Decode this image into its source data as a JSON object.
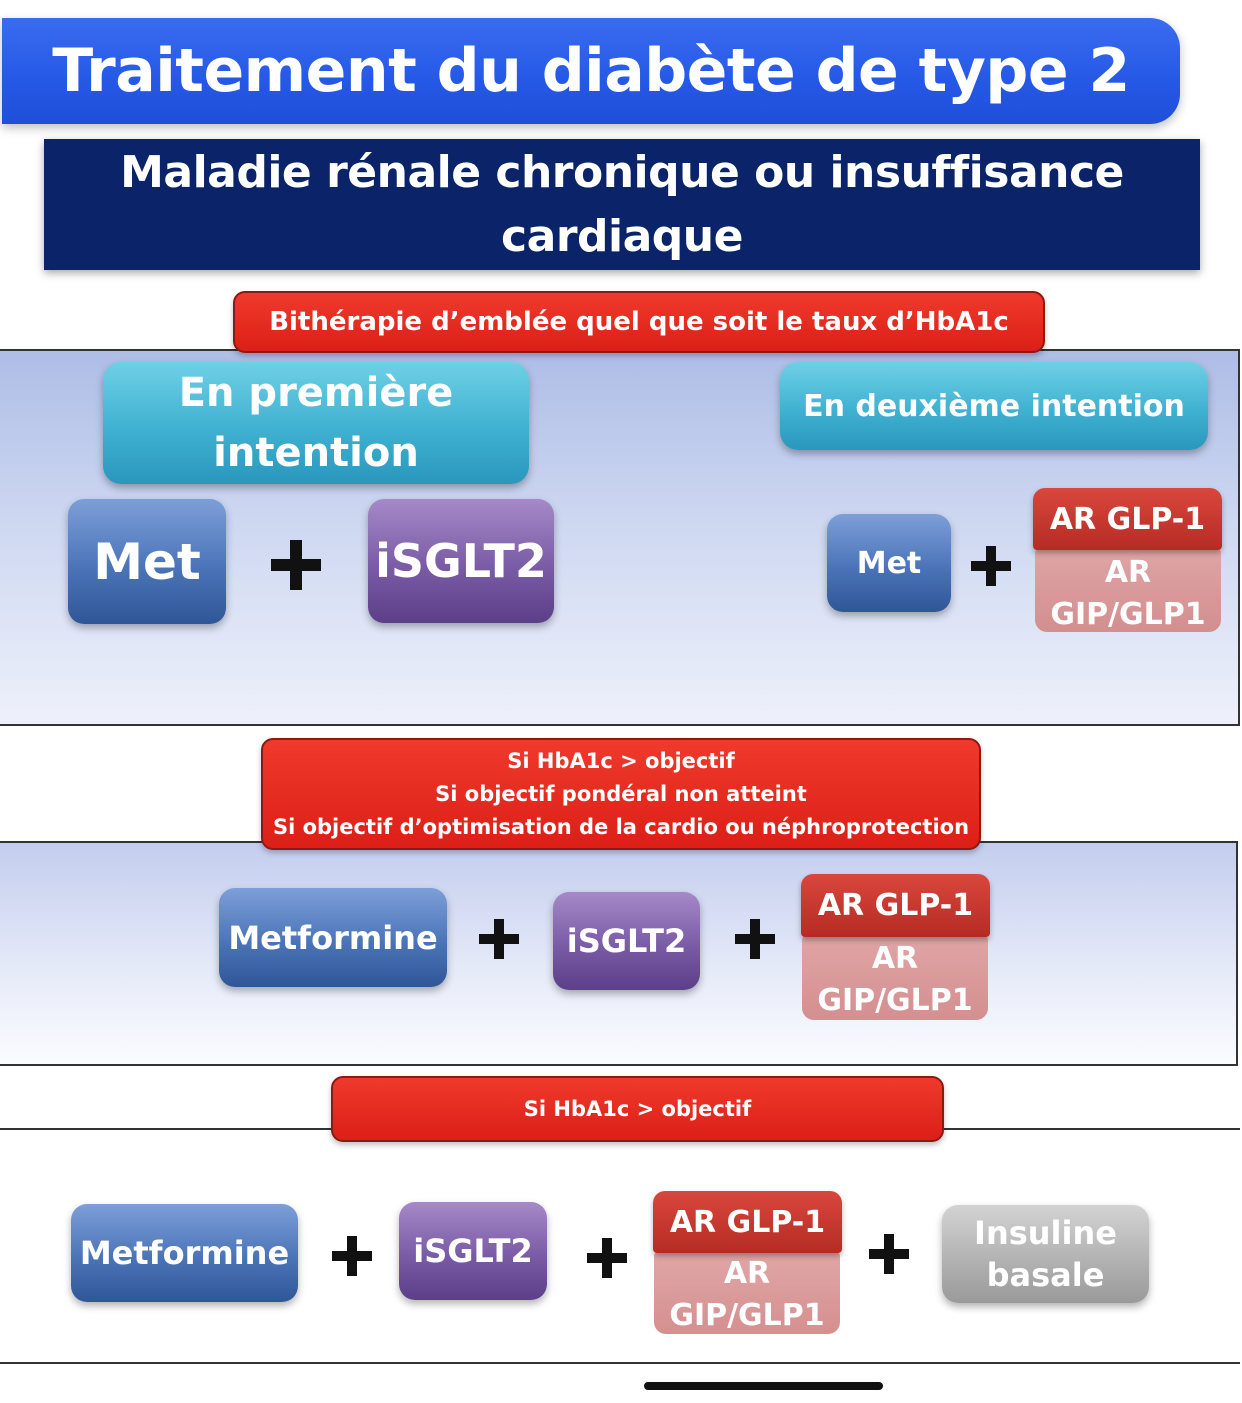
{
  "title": "Traitement du diabète de type 2",
  "subtitle": "Maladie rénale chronique ou insuffisance cardiaque",
  "section1": {
    "condition": "Bithérapie d’emblée quel que soit le taux d’HbA1c",
    "first_line": {
      "label": "En première intention",
      "drug1": "Met",
      "drug2": "iSGLT2"
    },
    "second_line": {
      "label": "En deuxième intention",
      "drug1": "Met",
      "option_top": "AR GLP-1",
      "option_bottom_line1": "AR",
      "option_bottom_line2": "GIP/GLP1"
    }
  },
  "section2": {
    "condition_lines": [
      "Si HbA1c > objectif",
      "Si objectif pondéral non atteint",
      "Si objectif d’optimisation de la  cardio ou néphroprotection"
    ],
    "drug1": "Metformine",
    "drug2": "iSGLT2",
    "option_top": "AR GLP-1",
    "option_bottom_line1": "AR",
    "option_bottom_line2": "GIP/GLP1"
  },
  "section3": {
    "condition": "Si HbA1c > objectif",
    "drug1": "Metformine",
    "drug2": "iSGLT2",
    "option_top": "AR GLP-1",
    "option_bottom_line1": "AR",
    "option_bottom_line2": "GIP/GLP1",
    "drug4_line1": "Insuline",
    "drug4_line2": "basale"
  },
  "plus_symbol": "+",
  "colors": {
    "title_blue": "#2558e6",
    "subtitle_navy": "#0b2469",
    "banner_red": "#dc1f17",
    "teal": "#3fb1d1",
    "metformin_blue": "#4b74b8",
    "isglt2_purple": "#7a5ba6",
    "glp1_red": "#b52b23",
    "gip_glp1_pink": "#d38a8a",
    "insulin_grey": "#b0b0b0"
  }
}
